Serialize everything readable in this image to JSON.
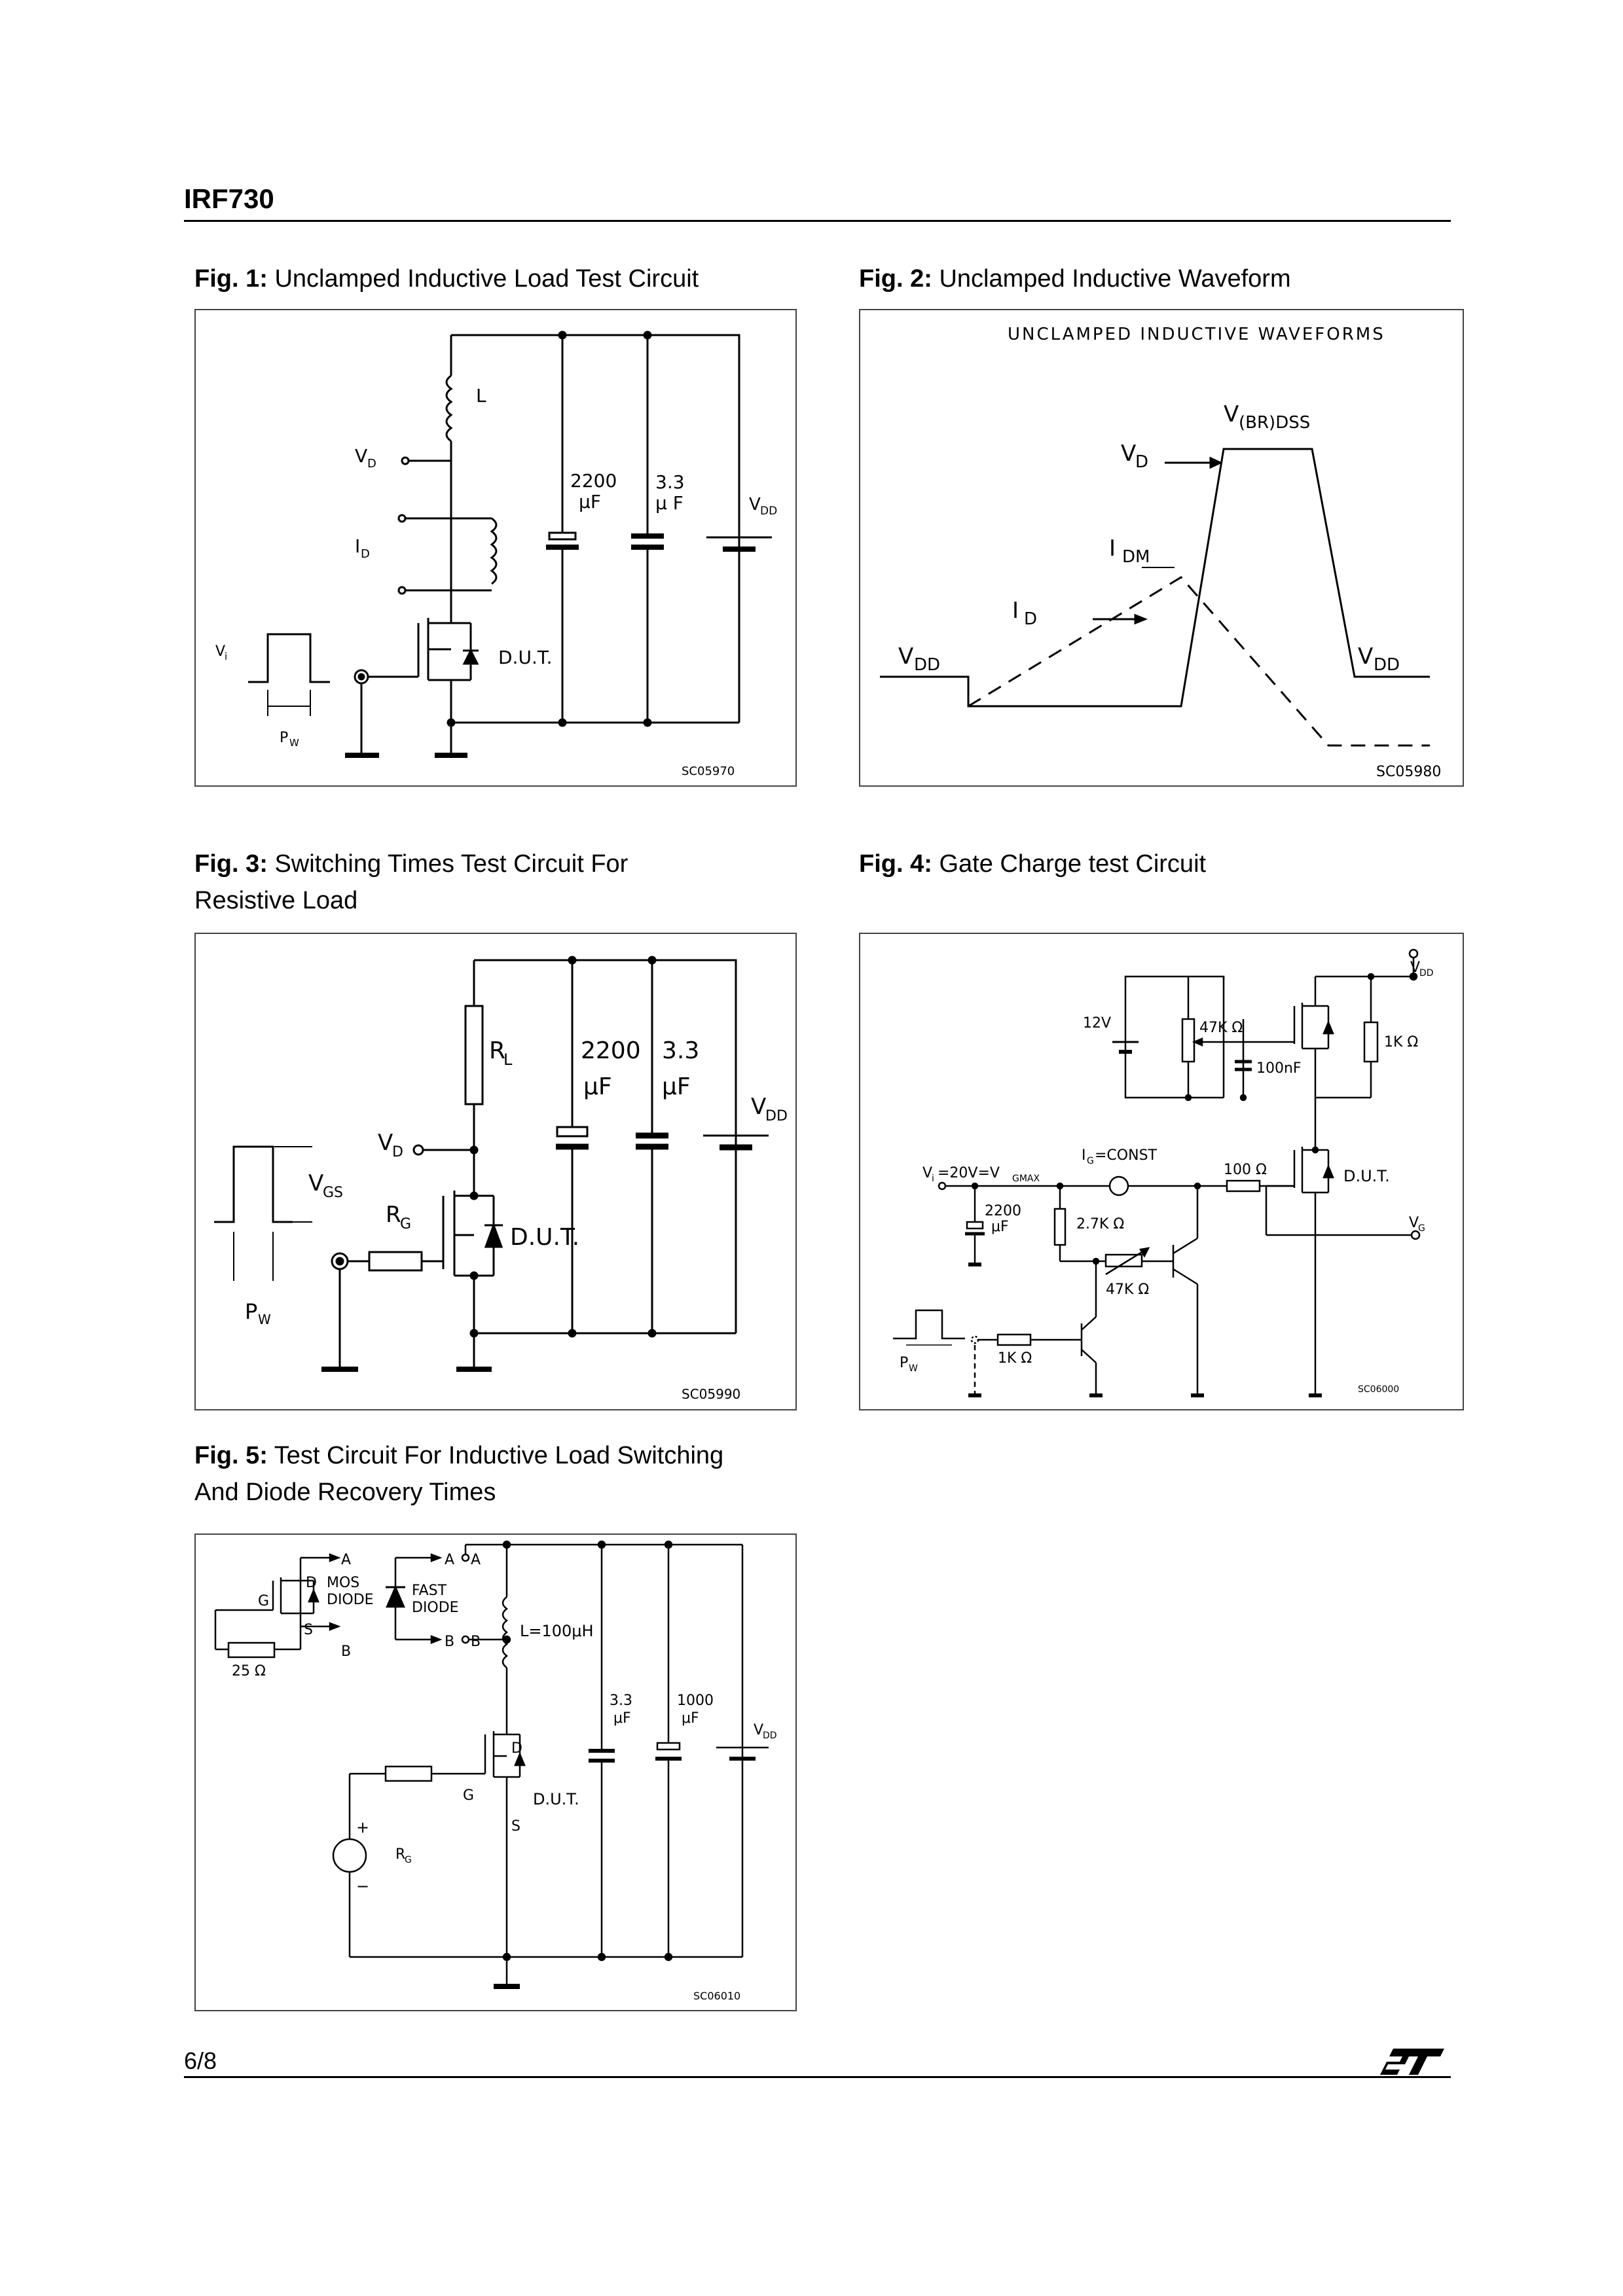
{
  "header": {
    "title": "IRF730"
  },
  "footer": {
    "page": "6/8",
    "logo_icon": "st-logo-icon"
  },
  "figures": {
    "fig1": {
      "number": "Fig. 1:",
      "title": "Unclamped Inductive Load Test Circuit",
      "labels": {
        "l": "L",
        "vd": "V",
        "vd_sub": "D",
        "id": "I",
        "id_sub": "D",
        "c1_val": "2200",
        "c1_unit": "μF",
        "c2_val": "3.3",
        "c2_unit": "μ F",
        "vdd": "V",
        "vdd_sub": "DD",
        "vi": "V",
        "vi_sub": "i",
        "pw": "P",
        "pw_sub": "W",
        "dut": "D.U.T.",
        "code": "SC05970"
      }
    },
    "fig2": {
      "number": "Fig. 2:",
      "title": "Unclamped Inductive Waveform",
      "labels": {
        "heading": "UNCLAMPED INDUCTIVE WAVEFORMS",
        "vbr": "V",
        "vbr_sub": "(BR)DSS",
        "vd": "V",
        "vd_sub": "D",
        "idm": "I",
        "idm_sub": "DM",
        "id": "I",
        "id_sub": "D",
        "vdd_left": "V",
        "vdd_left_sub": "DD",
        "vdd_right": "V",
        "vdd_right_sub": "DD",
        "code": "SC05980"
      }
    },
    "fig3": {
      "number": "Fig. 3:",
      "title_line1": "Switching Times Test Circuit For",
      "title_line2": "Resistive Load",
      "labels": {
        "rl": "R",
        "rl_sub": "L",
        "c1_val": "2200",
        "c1_unit": "μF",
        "c2_val": "3.3",
        "c2_unit": "μF",
        "vdd": "V",
        "vdd_sub": "DD",
        "vd": "V",
        "vd_sub": "D",
        "vgs": "V",
        "vgs_sub": "GS",
        "rg": "R",
        "rg_sub": "G",
        "dut": "D.U.T.",
        "pw": "P",
        "pw_sub": "W",
        "code": "SC05990"
      }
    },
    "fig4": {
      "number": "Fig. 4:",
      "title": "Gate Charge test Circuit",
      "labels": {
        "vdd": "V",
        "vdd_sub": "DD",
        "v12": "12V",
        "r47k": "47K Ω",
        "r1k": "1K Ω",
        "c100n": "100nF",
        "ig": "I",
        "ig_sub": "G",
        "ig_rest": "=CONST",
        "vi": "V",
        "vi_sub": "i",
        "vi_rest": " =20V=V",
        "vi_rest_sub": "GMAX",
        "r100": "100 Ω",
        "dut": "D.U.T.",
        "c2200": "2200",
        "c2200_unit": "μF",
        "r27k": "2.7K Ω",
        "vg": "V",
        "vg_sub": "G",
        "r47k_var": "47K Ω",
        "r1k_base": "1K Ω",
        "pw": "P",
        "pw_sub": "W",
        "code": "SC06000"
      }
    },
    "fig5": {
      "number": "Fig. 5:",
      "title_line1": "Test Circuit For Inductive Load Switching",
      "title_line2": "And Diode Recovery Times",
      "labels": {
        "a": "A",
        "b": "B",
        "d": "D",
        "g": "G",
        "s": "S",
        "mos": "MOS",
        "diode": "DIODE",
        "fast": "FAST",
        "r25": "25 Ω",
        "l100": "L=100μH",
        "c1_val": "3.3",
        "c1_unit": "μF",
        "c2_val": "1000",
        "c2_unit": "μF",
        "vdd": "V",
        "vdd_sub": "DD",
        "dut": "D.U.T.",
        "rg": "R",
        "rg_sub": "G",
        "plus": "+",
        "minus": "−",
        "code": "SC06010"
      }
    }
  }
}
